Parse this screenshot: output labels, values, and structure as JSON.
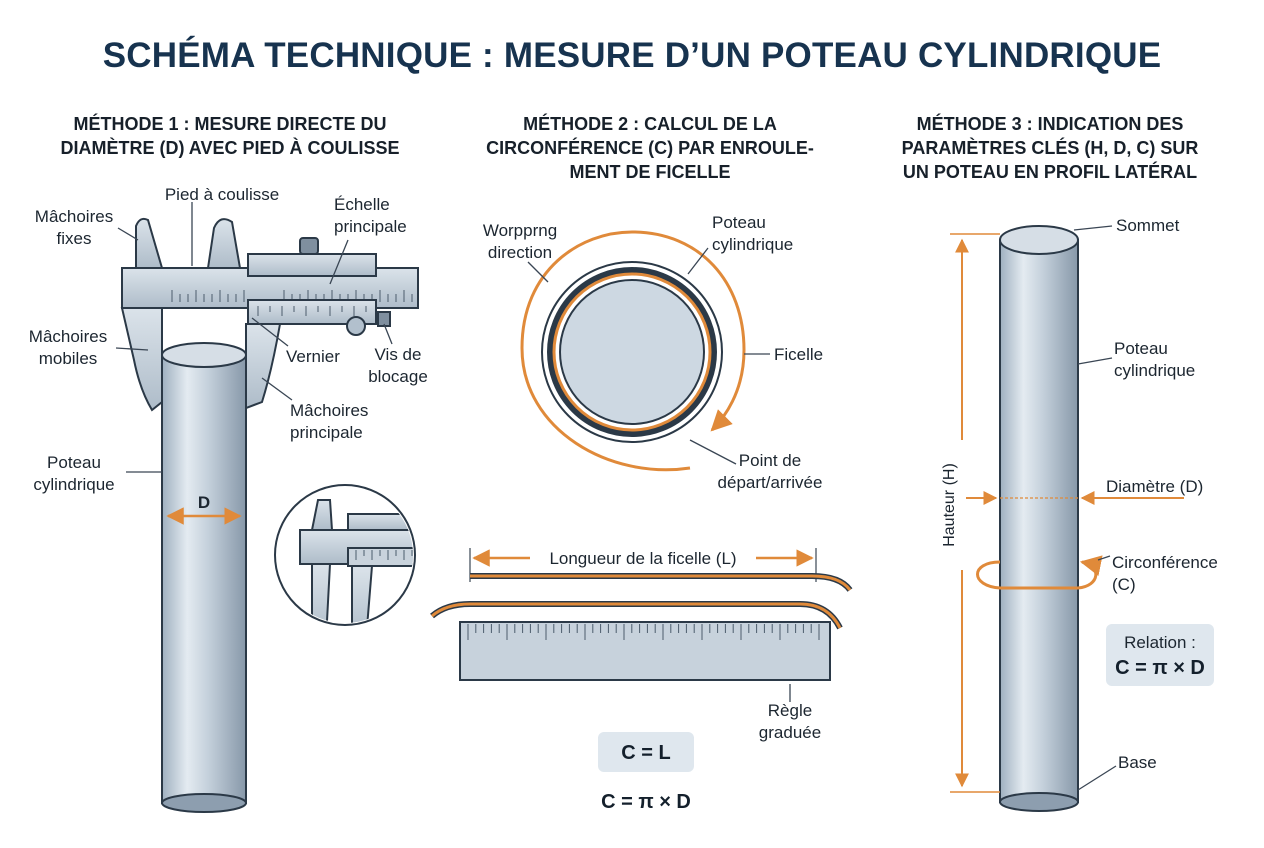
{
  "title": "SCHÉMA TECHNIQUE : MESURE D’UN POTEAU CYLINDRIQUE",
  "colors": {
    "title": "#17334f",
    "accent_orange": "#e08a3a",
    "steel": "#aab8c6",
    "steel_dark": "#4c5c6c",
    "outline": "#2b3947",
    "formula_bg": "#dfe7ee"
  },
  "method1": {
    "title_line1": "MÉTHODE 1 : MESURE DIRECTE DU",
    "title_line2": "DIAMÈTRE (D) AVEC PIED À COULISSE",
    "labels": {
      "pied": "Pied à coulisse",
      "echelle_1": "Échelle",
      "echelle_2": "principale",
      "fixes_1": "Mâchoires",
      "fixes_2": "fixes",
      "mobiles_1": "Mâchoires",
      "mobiles_2": "mobiles",
      "vernier": "Vernier",
      "vis_1": "Vis de",
      "vis_2": "blocage",
      "principale_1": "Mâchoires",
      "principale_2": "principale",
      "poteau_1": "Poteau",
      "poteau_2": "cylindrique",
      "d": "D"
    }
  },
  "method2": {
    "title_line1": "MÉTHODE 2 : CALCUL DE LA",
    "title_line2": "CIRCONFÉRENCE (C) PAR ENROULE-",
    "title_line3": "MENT DE FICELLE",
    "labels": {
      "direction_1": "Worpprng",
      "direction_2": "direction",
      "poteau_1": "Poteau",
      "poteau_2": "cylindrique",
      "ficelle": "Ficelle",
      "point_1": "Point de",
      "point_2": "départ/arrivée",
      "longueur": "Longueur de la ficelle (L)",
      "regle_1": "Règle",
      "regle_2": "graduée"
    },
    "formula_box": "C = L",
    "formula": "C = π × D"
  },
  "method3": {
    "title_line1": "MÉTHODE 3 : INDICATION DES",
    "title_line2": "PARAMÈTRES CLÉS (H, D, C) SUR",
    "title_line3": "UN POTEAU EN PROFIL LATÉRAL",
    "labels": {
      "sommet": "Sommet",
      "poteau_1": "Poteau",
      "poteau_2": "cylindrique",
      "hauteur": "Hauteur (H)",
      "diametre": "Diamètre (D)",
      "circ_1": "Circonférence",
      "circ_2": "(C)",
      "base": "Base"
    },
    "relation_label": "Relation :",
    "relation_formula": "C = π × D"
  }
}
